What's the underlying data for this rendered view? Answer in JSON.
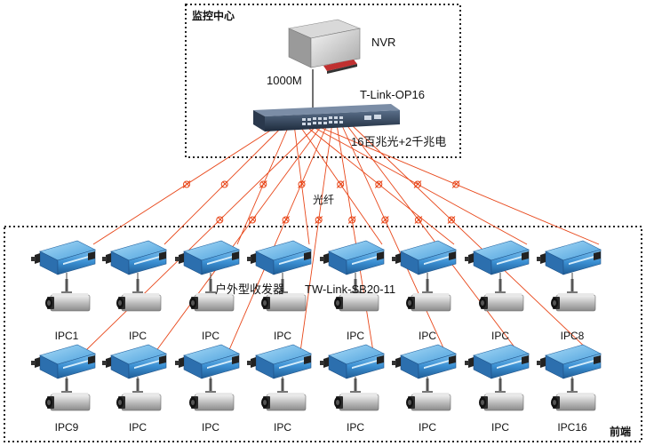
{
  "diagram": {
    "center_box_title": "监控中心",
    "frontend_box_title": "前端",
    "nvr_label": "NVR",
    "uplink_label": "1000M",
    "switch_label": "T-Link-OP16",
    "switch_ports_label": "16百兆光+2千兆电",
    "fiber_label": "光纤",
    "transceiver_label": "户外型收发器",
    "transceiver_model": "TW-Link-SB20-11",
    "row1_cameras": [
      "IPC1",
      "IPC",
      "IPC",
      "IPC",
      "IPC",
      "IPC",
      "IPC",
      "IPC8"
    ],
    "row2_cameras": [
      "IPC9",
      "IPC",
      "IPC",
      "IPC",
      "IPC",
      "IPC",
      "IPC",
      "IPC16"
    ],
    "colors": {
      "fiber": "#e8471a",
      "device_blue": "#3a86c8",
      "border": "#222222"
    }
  }
}
